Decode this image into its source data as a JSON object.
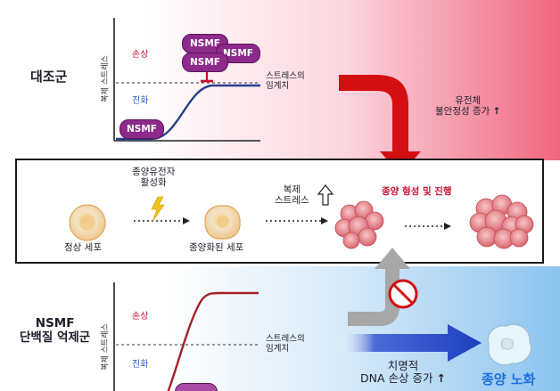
{
  "top_section": {
    "group_label": "대조군",
    "y_axis_label": "복제 스트레스",
    "damage_label": "손상",
    "evolution_label": "진화",
    "threshold_label_line1": "스트레스의",
    "threshold_label_line2": "임계치",
    "nsmf_pills": [
      "NSMF",
      "NSMF",
      "NSMF",
      "NSMF"
    ],
    "result_line1": "유전체",
    "result_line2": "불안정성 증가"
  },
  "middle_section": {
    "oncogene_line1": "종양유전자",
    "oncogene_line2": "활성화",
    "replication_line1": "복제",
    "replication_line2": "스트레스",
    "tumor_progression": "종양 형성 및 진행",
    "normal_cell": "정상 세포",
    "transformed_cell": "종양화된 세포"
  },
  "bottom_section": {
    "group_label_line1": "NSMF",
    "group_label_line2": "단백질 억제군",
    "y_axis_label": "복제 스트레스",
    "damage_label": "손상",
    "evolution_label": "진화",
    "threshold_label_line1": "스트레스의",
    "threshold_label_line2": "임계치",
    "result_line1": "치명적",
    "result_line2": "DNA 손상 증가",
    "outcome": "종양 노화"
  },
  "colors": {
    "top_gradient_end": "#f06680",
    "bottom_gradient_end": "#8cc4f0",
    "red_arrow": "#d40f12",
    "blue_arrow": "#1d3fbf",
    "nsmf_pill": "#8e2a8c",
    "curve": "#27408b",
    "bottom_curve": "#a3212b"
  },
  "icons": [
    "lightning-icon",
    "outline-up-arrow-icon",
    "prohibition-icon",
    "up-arrow-icon"
  ]
}
